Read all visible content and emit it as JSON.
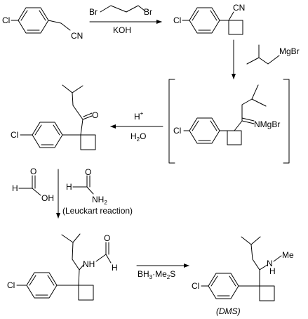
{
  "atoms": {
    "cl": "Cl",
    "cn": "CN",
    "br": "Br",
    "mgbr": "MgBr",
    "nmgbr": "NMgBr",
    "o": "O",
    "h": "H",
    "oh": "OH",
    "nh2": "NH",
    "nh2_sub": "2",
    "nh": "NH",
    "n": "N",
    "me": "Me"
  },
  "reagents": {
    "step1": "KOH",
    "step3_acid": "H",
    "step3_acid_sup": "+",
    "step3_water": "H",
    "step3_water_sub": "2",
    "step3_water_o": "O",
    "step4_note": "(Leuckart reaction)",
    "step5_a": "BH",
    "step5_a_sub": "3",
    "step5_b": "·Me",
    "step5_b_sub": "2",
    "step5_c": "S"
  },
  "product_label": "(DMS)"
}
